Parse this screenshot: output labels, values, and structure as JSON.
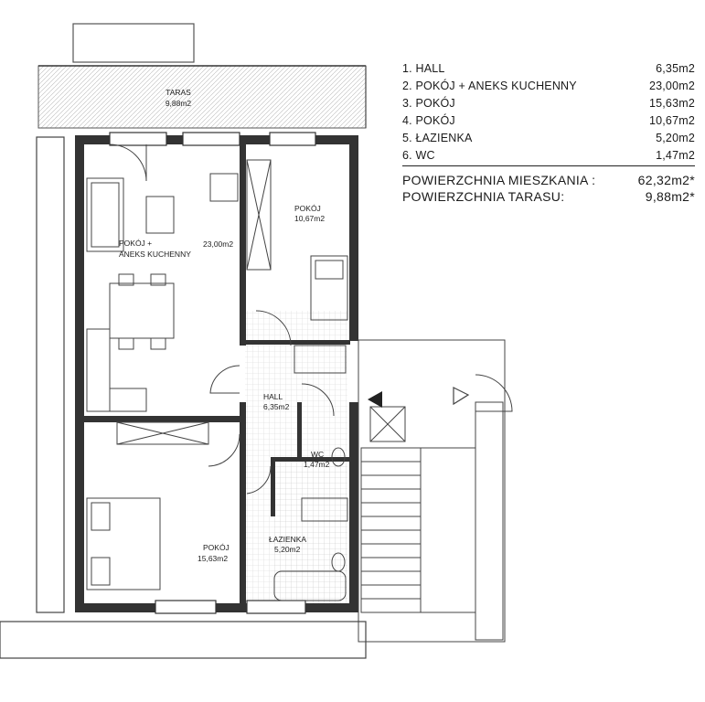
{
  "legend": {
    "rooms": [
      {
        "name": "1. HALL",
        "area": "6,35m2"
      },
      {
        "name": "2. POKÓJ + ANEKS KUCHENNY",
        "area": "23,00m2"
      },
      {
        "name": "3. POKÓJ",
        "area": "15,63m2"
      },
      {
        "name": "4. POKÓJ",
        "area": "10,67m2"
      },
      {
        "name": "5. ŁAZIENKA",
        "area": "5,20m2"
      },
      {
        "name": "6. WC",
        "area": "1,47m2"
      }
    ],
    "total_apartment_label": "POWIERZCHNIA MIESZKANIA :",
    "total_apartment_value": "62,32m2*",
    "total_terrace_label": "POWIERZCHNIA TARASU:",
    "total_terrace_value": "9,88m2*"
  },
  "plan": {
    "taras": {
      "name": "TARAS",
      "area": "9,88m2"
    },
    "living": {
      "name_line1": "POKÓJ +",
      "name_line2": "ANEKS KUCHENNY",
      "area": "23,00m2"
    },
    "room_small": {
      "name": "POKÓJ",
      "area": "10,67m2"
    },
    "hall": {
      "name": "HALL",
      "area": "6,35m2"
    },
    "wc": {
      "name": "WC",
      "area": "1,47m2"
    },
    "bathroom": {
      "name": "ŁAZIENKA",
      "area": "5,20m2"
    },
    "room_large": {
      "name": "POKÓJ",
      "area": "15,63m2"
    }
  }
}
